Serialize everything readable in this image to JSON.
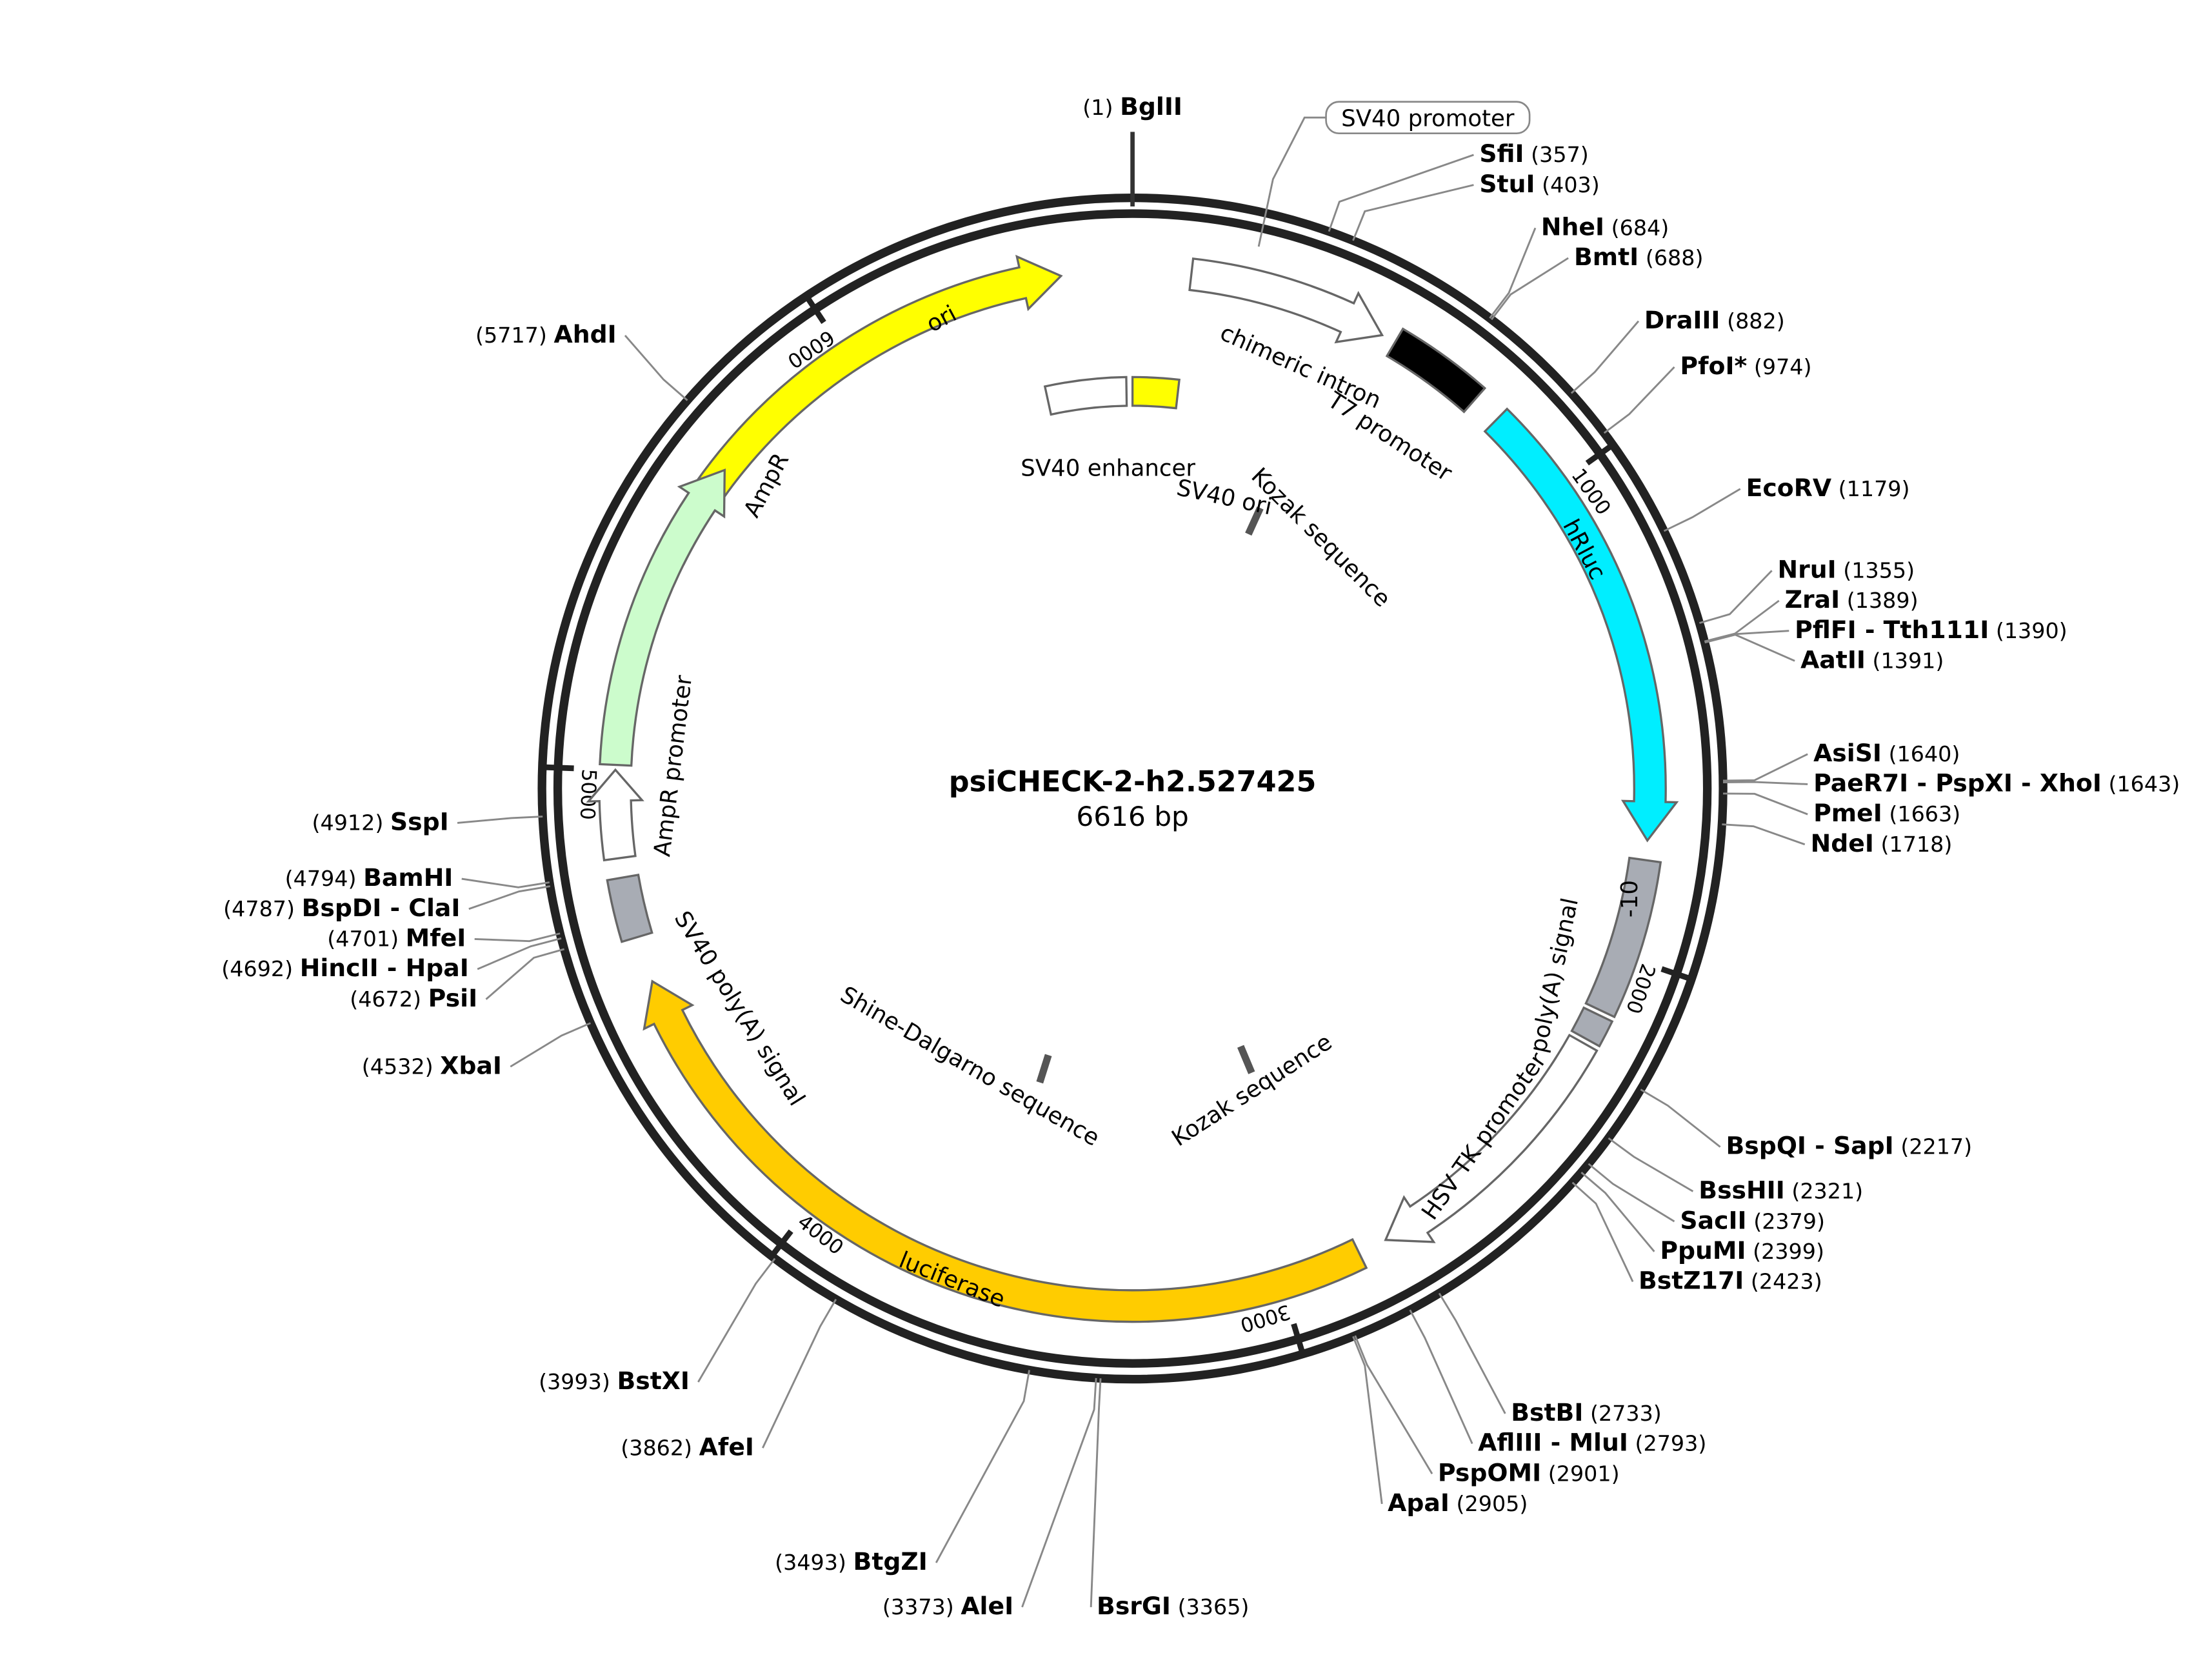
{
  "plasmid": {
    "name": "psiCHECK-2-h2.527425",
    "length_label": "6616 bp",
    "length": 6616
  },
  "ticks": [
    {
      "pos": 1000,
      "label": "1000"
    },
    {
      "pos": 2000,
      "label": "2000"
    },
    {
      "pos": 3000,
      "label": "3000"
    },
    {
      "pos": 4000,
      "label": "4000"
    },
    {
      "pos": 5000,
      "label": "5000"
    },
    {
      "pos": 6000,
      "label": "6000"
    }
  ],
  "features": [
    {
      "name": "ori",
      "start": 5450,
      "end": 6470,
      "ring": 1,
      "dir": 1,
      "color": "#ffff00",
      "label": "ori",
      "label_inside": true
    },
    {
      "name": "sv40-promoter",
      "start": 120,
      "end": 530,
      "ring": 1,
      "dir": 1,
      "color": "#ffffff",
      "label": "",
      "label_inside": false
    },
    {
      "name": "chimeric-intron",
      "start": 560,
      "end": 760,
      "ring": 1,
      "dir": 0,
      "color": "#000000",
      "label": "",
      "label_inside": false
    },
    {
      "name": "hrluc",
      "start": 820,
      "end": 1760,
      "ring": 1,
      "dir": 1,
      "color": "#00eeff",
      "label": "hRluc",
      "label_inside": true
    },
    {
      "name": "minus-10",
      "start": 1800,
      "end": 2120,
      "ring": 1,
      "dir": 0,
      "color": "#a8acb4",
      "label": "-10",
      "label_inside": true
    },
    {
      "name": "polya-signal",
      "start": 2130,
      "end": 2185,
      "ring": 1,
      "dir": 0,
      "color": "#a8acb4",
      "label": "",
      "label_inside": false
    },
    {
      "name": "hsv-tk-promoter",
      "start": 2195,
      "end": 2770,
      "ring": 1,
      "dir": 1,
      "color": "#ffffff",
      "label": "",
      "label_inside": false
    },
    {
      "name": "luciferase",
      "start": 2830,
      "end": 4560,
      "ring": 1,
      "dir": 1,
      "color": "#ffcc00",
      "label": "luciferase",
      "label_inside": true
    },
    {
      "name": "sv40-polya-signal",
      "start": 4655,
      "end": 4780,
      "ring": 1,
      "dir": 0,
      "color": "#a8acb4",
      "label": "",
      "label_inside": false
    },
    {
      "name": "ampr-promoter",
      "start": 4820,
      "end": 5000,
      "ring": 1,
      "dir": 1,
      "color": "#ffffff",
      "label": "",
      "label_inside": false
    },
    {
      "name": "ampr",
      "start": 5010,
      "end": 5660,
      "ring": 1,
      "dir": 1,
      "color": "#ccfccc",
      "label": "AmpR",
      "label_inside": true
    },
    {
      "name": "sv40-enhancer",
      "start": 6390,
      "end": 6600,
      "ring": 2,
      "dir": 0,
      "color": "#ffffff",
      "label": "",
      "label_inside": false
    },
    {
      "name": "sv40-ori",
      "start": 0,
      "end": 120,
      "ring": 2,
      "dir": 0,
      "color": "#ffff00",
      "label": "",
      "label_inside": false
    },
    {
      "name": "kozak-1",
      "start": 450,
      "end": 470,
      "ring": 3,
      "dir": 0,
      "color": "#555555",
      "label": "",
      "label_inside": false
    },
    {
      "name": "shine-dalgarno",
      "start": 3630,
      "end": 3650,
      "ring": 3,
      "dir": 0,
      "color": "#555555",
      "label": "",
      "label_inside": false
    },
    {
      "name": "kozak-2",
      "start": 2890,
      "end": 2910,
      "ring": 3,
      "dir": 0,
      "color": "#555555",
      "label": "",
      "label_inside": false
    }
  ],
  "feature_labels": [
    {
      "text": "SV40 promoter",
      "boxed": true
    },
    {
      "text": "chimeric intron"
    },
    {
      "text": "T7 promoter"
    },
    {
      "text": "SV40 enhancer"
    },
    {
      "text": "Kozak sequence"
    },
    {
      "text": "SV40 ori"
    },
    {
      "text": "hRluc"
    },
    {
      "text": "-10"
    },
    {
      "text": "poly(A) signal"
    },
    {
      "text": "HSV TK promoter"
    },
    {
      "text": "Kozak sequence"
    },
    {
      "text": "Shine-Dalgarno sequence"
    },
    {
      "text": "luciferase"
    },
    {
      "text": "SV40 poly(A) signal"
    },
    {
      "text": "AmpR promoter"
    },
    {
      "text": "AmpR"
    },
    {
      "text": "ori"
    }
  ],
  "sites": [
    {
      "name": "BglII",
      "pos": 1,
      "gray": false
    },
    {
      "name": "SfiI",
      "pos": 357,
      "gray": false
    },
    {
      "name": "StuI",
      "pos": 403,
      "gray": false
    },
    {
      "name": "NheI",
      "pos": 684,
      "gray": false
    },
    {
      "name": "BmtI",
      "pos": 688,
      "gray": false
    },
    {
      "name": "DraIII",
      "pos": 882,
      "gray": false
    },
    {
      "name": "PfoI*",
      "pos": 974,
      "gray": true
    },
    {
      "name": "EcoRV",
      "pos": 1179,
      "gray": false
    },
    {
      "name": "NruI",
      "pos": 1355,
      "gray": false
    },
    {
      "name": "ZraI",
      "pos": 1389,
      "gray": false
    },
    {
      "name": "PflFI - Tth111I",
      "pos": 1390,
      "gray": false
    },
    {
      "name": "AatII",
      "pos": 1391,
      "gray": false
    },
    {
      "name": "AsiSI",
      "pos": 1640,
      "gray": false
    },
    {
      "name": "PaeR7I - PspXI - XhoI",
      "pos": 1643,
      "gray": false
    },
    {
      "name": "PmeI",
      "pos": 1663,
      "gray": false
    },
    {
      "name": "NdeI",
      "pos": 1718,
      "gray": false
    },
    {
      "name": "BspQI - SapI",
      "pos": 2217,
      "gray": false
    },
    {
      "name": "BssHII",
      "pos": 2321,
      "gray": false
    },
    {
      "name": "SacII",
      "pos": 2379,
      "gray": false
    },
    {
      "name": "PpuMI",
      "pos": 2399,
      "gray": false
    },
    {
      "name": "BstZ17I",
      "pos": 2423,
      "gray": false
    },
    {
      "name": "BstBI",
      "pos": 2733,
      "gray": false
    },
    {
      "name": "AflIII - MluI",
      "pos": 2793,
      "gray": false
    },
    {
      "name": "PspOMI",
      "pos": 2901,
      "gray": false
    },
    {
      "name": "ApaI",
      "pos": 2905,
      "gray": false
    },
    {
      "name": "BsrGI",
      "pos": 3365,
      "gray": false
    },
    {
      "name": "AleI",
      "pos": 3373,
      "gray": false
    },
    {
      "name": "BtgZI",
      "pos": 3493,
      "gray": false
    },
    {
      "name": "AfeI",
      "pos": 3862,
      "gray": false
    },
    {
      "name": "BstXI",
      "pos": 3993,
      "gray": false
    },
    {
      "name": "XbaI",
      "pos": 4532,
      "gray": false
    },
    {
      "name": "PsiI",
      "pos": 4672,
      "gray": false
    },
    {
      "name": "HincII - HpaI",
      "pos": 4692,
      "gray": false
    },
    {
      "name": "MfeI",
      "pos": 4701,
      "gray": false
    },
    {
      "name": "BspDI - ClaI",
      "pos": 4787,
      "gray": false
    },
    {
      "name": "BamHI",
      "pos": 4794,
      "gray": false
    },
    {
      "name": "SspI",
      "pos": 4912,
      "gray": false
    },
    {
      "name": "AhdI",
      "pos": 5717,
      "gray": false
    }
  ]
}
